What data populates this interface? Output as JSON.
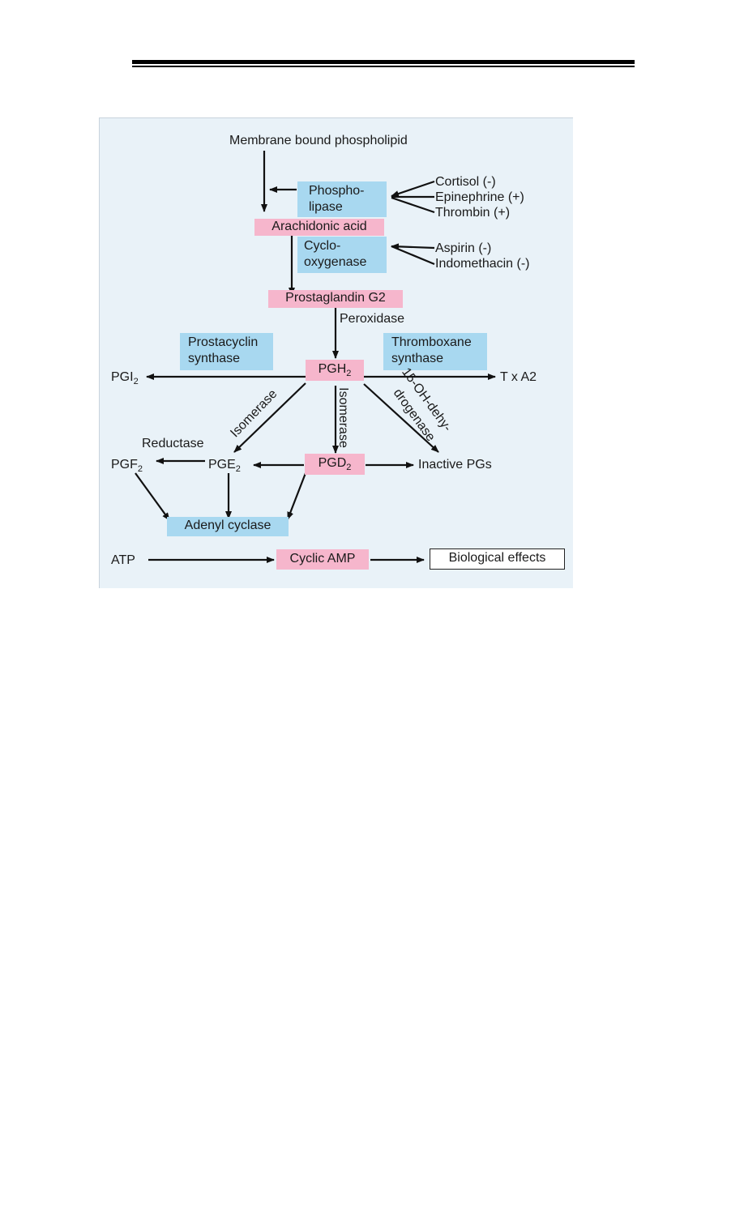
{
  "diagram": {
    "source": "Membrane bound phospholipid",
    "phospholipase": [
      "Phospho-",
      "lipase"
    ],
    "phospholipase_regulators": [
      "Cortisol (-)",
      "Epinephrine (+)",
      "Thrombin (+)"
    ],
    "arachidonic_acid": "Arachidonic acid",
    "cyclooxygenase": [
      "Cyclo-",
      "oxygenase"
    ],
    "cox_inhibitors": [
      "Aspirin (-)",
      "Indomethacin (-)"
    ],
    "pgg2": "Prostaglandin G2",
    "peroxidase": "Peroxidase",
    "prostacyclin_synthase": [
      "Prostacyclin",
      "synthase"
    ],
    "thromboxane_synthase": [
      "Thromboxane",
      "synthase"
    ],
    "pgh2": {
      "base": "PGH",
      "sub": "2"
    },
    "pgi2": {
      "base": "PGI",
      "sub": "2"
    },
    "txa2": "T x A2",
    "isomerase_left": "Isomerase",
    "isomerase_center": "Isomerase",
    "dehydrogenase": [
      "15-OH-dehy-",
      "drogenase"
    ],
    "reductase": "Reductase",
    "pgf2": {
      "base": "PGF",
      "sub": "2"
    },
    "pge2": {
      "base": "PGE",
      "sub": "2"
    },
    "pgd2": {
      "base": "PGD",
      "sub": "2"
    },
    "inactive_pgs": "Inactive PGs",
    "adenyl_cyclase": "Adenyl cyclase",
    "atp": "ATP",
    "cyclic_amp": "Cyclic AMP",
    "biological_effects": "Biological effects",
    "colors": {
      "enzyme_box": "#a8d8f0",
      "compound_box": "#f6b6cc",
      "background": "#e9f2f8"
    }
  }
}
